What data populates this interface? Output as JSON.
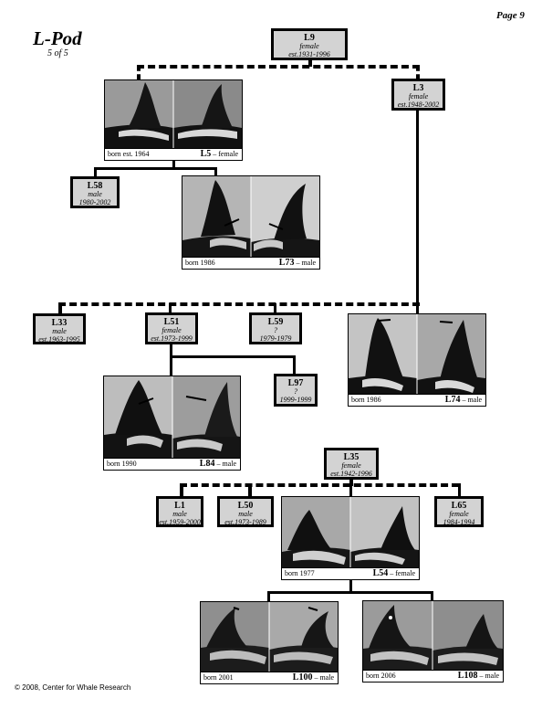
{
  "header": {
    "title": "L-Pod",
    "subtitle": "5 of 5",
    "page": "Page 9"
  },
  "footer": {
    "copyright": "© 2008, Center for Whale Research"
  },
  "boxes": {
    "L9": {
      "id": "L9",
      "sex": "female",
      "years": "est.1931-1996"
    },
    "L3": {
      "id": "L3",
      "sex": "female",
      "years": "est.1948-2002"
    },
    "L58": {
      "id": "L58",
      "sex": "male",
      "years": "1980-2002"
    },
    "L33": {
      "id": "L33",
      "sex": "male",
      "years": "est.1963-1995"
    },
    "L51": {
      "id": "L51",
      "sex": "female",
      "years": "est.1973-1999"
    },
    "L59": {
      "id": "L59",
      "sex": "?",
      "years": "1979-1979"
    },
    "L97": {
      "id": "L97",
      "sex": "?",
      "years": "1999-1999"
    },
    "L35": {
      "id": "L35",
      "sex": "female",
      "years": "est.1942-1996"
    },
    "L1": {
      "id": "L1",
      "sex": "male",
      "years": "est.1959-2000"
    },
    "L50": {
      "id": "L50",
      "sex": "male",
      "years": "est.1973-1989"
    },
    "L65": {
      "id": "L65",
      "sex": "female",
      "years": "1984-1994"
    }
  },
  "photos": {
    "L5": {
      "born": "born est. 1964",
      "id": "L5",
      "sex": "– female"
    },
    "L73": {
      "born": "born 1986",
      "id": "L73",
      "sex": "– male"
    },
    "L74": {
      "born": "born 1986",
      "id": "L74",
      "sex": "– male"
    },
    "L84": {
      "born": "born 1990",
      "id": "L84",
      "sex": "– male"
    },
    "L54": {
      "born": "born 1977",
      "id": "L54",
      "sex": "– female"
    },
    "L100": {
      "born": "born 2001",
      "id": "L100",
      "sex": "– male"
    },
    "L108": {
      "born": "born 2006",
      "id": "L108",
      "sex": "– male"
    }
  }
}
